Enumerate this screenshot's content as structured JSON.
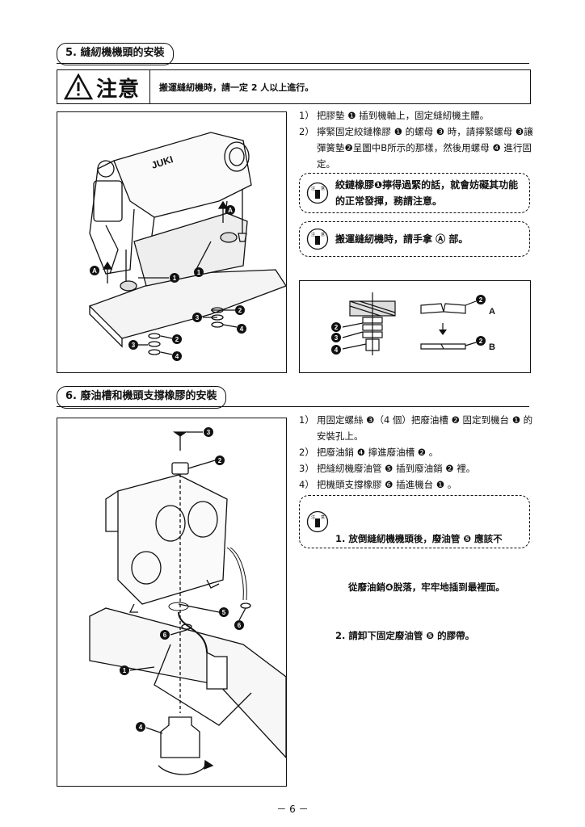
{
  "section5": {
    "heading": "5. 縫紉機機頭的安裝",
    "warning_title": "注意",
    "warning_text": "搬運縫紉機時，請一定 2 人以上進行。",
    "steps": [
      {
        "num": "1）",
        "text": "把膠墊 ❶ 插到機軸上，固定縫紉機主體。"
      },
      {
        "num": "2）",
        "text": "擰緊固定絞鏈橡膠 ❶ 的螺母 ❸ 時，請擰緊螺母 ❸讓彈簧墊❷呈圖中B所示的那樣，然後用螺母 ❹ 進行固定。"
      }
    ],
    "caution1": "絞鏈橡膠❶擰得過緊的話，就會妨礙其功能的正常發揮，務請注意。",
    "caution2": "搬運縫紉機時，請手拿 Ⓐ 部。",
    "brand_text": "JUKI",
    "figure_labels": {
      "a": "A",
      "one": "1",
      "two": "2",
      "three": "3",
      "four": "4",
      "label_A": "A",
      "label_B": "B"
    }
  },
  "section6": {
    "heading": "6. 廢油槽和機頭支撐橡膠的安裝",
    "steps": [
      {
        "num": "1）",
        "text": "用固定螺絲 ❸（4 個）把廢油槽 ❷ 固定到機台 ❶ 的安裝孔上。"
      },
      {
        "num": "2）",
        "text": "把廢油銷 ❹ 擰進廢油槽 ❷ 。"
      },
      {
        "num": "3）",
        "text": "把縫紉機廢油管 ❺ 插到廢油銷 ❷ 裡。"
      },
      {
        "num": "4）",
        "text": "把機頭支撐橡膠 ❻ 插進機台 ❶ 。"
      }
    ],
    "caution_lines": [
      "1. 放倒縫紉機機頭後，廢油管 ❺ 應該不",
      "    從廢油銷❹脫落，牢牢地插到最裡面。",
      "2. 請卸下固定廢油管 ❺ 的膠帶。"
    ],
    "figure_labels": {
      "one": "1",
      "two": "2",
      "three": "3",
      "four": "4",
      "five": "5",
      "six": "6"
    }
  },
  "icon_chars": {
    "note_left": "注",
    "note_right": "意"
  },
  "page_number": "－ 6 －"
}
